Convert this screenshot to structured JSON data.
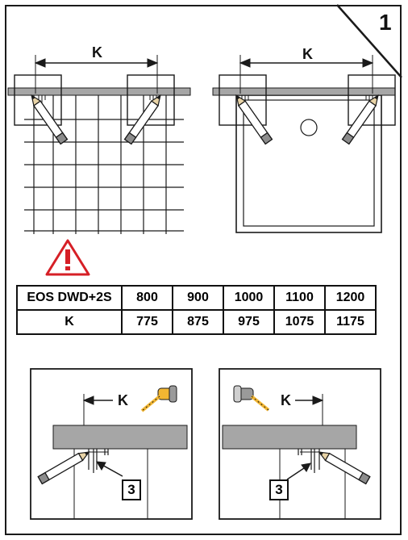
{
  "step_number": "1",
  "dimension_label": "K",
  "table": {
    "header": "EOS DWD+2S",
    "sizes": [
      "800",
      "900",
      "1000",
      "1100",
      "1200"
    ],
    "row_label": "K",
    "k_values": [
      "775",
      "875",
      "975",
      "1075",
      "1175"
    ]
  },
  "detail_callout": "3",
  "colors": {
    "line": "#1a1a1a",
    "wall": "#a6a6a6",
    "warning": "#d61f26",
    "tape_yellow": "#f2b632"
  },
  "icons": [
    "warning-icon",
    "pencil-icon",
    "tape-measure-icon",
    "shower-drain-icon"
  ]
}
